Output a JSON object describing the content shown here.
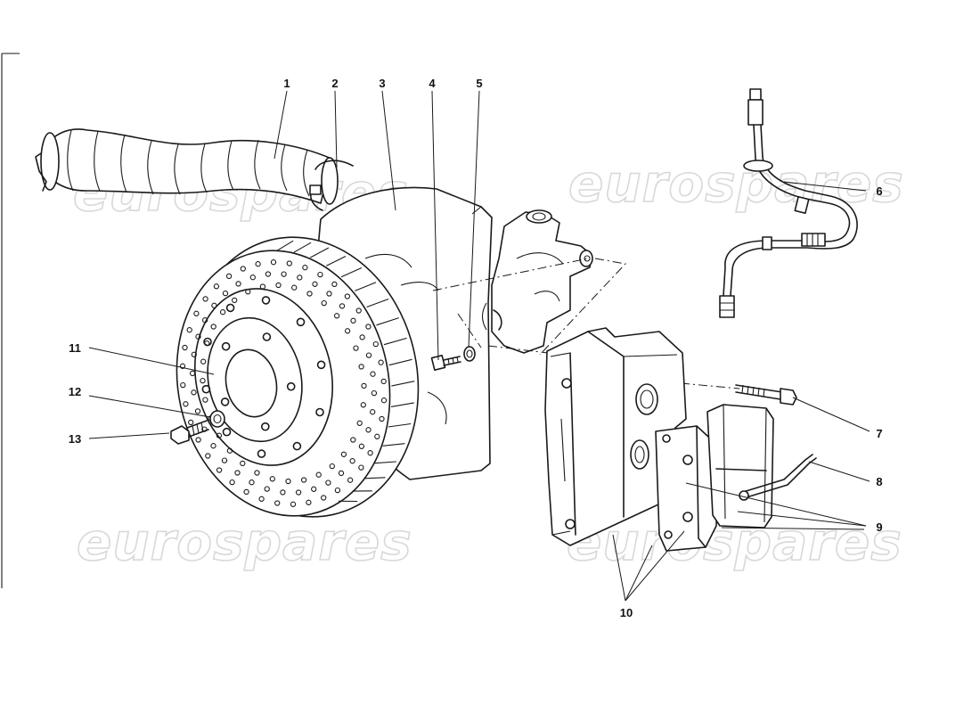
{
  "diagram": {
    "callouts": {
      "c1": "1",
      "c2": "2",
      "c3": "3",
      "c4": "4",
      "c5": "5",
      "c6": "6",
      "c7": "7",
      "c8": "8",
      "c9": "9",
      "c10": "10",
      "c11": "11",
      "c12": "12",
      "c13": "13"
    },
    "watermark": "eurospares"
  }
}
